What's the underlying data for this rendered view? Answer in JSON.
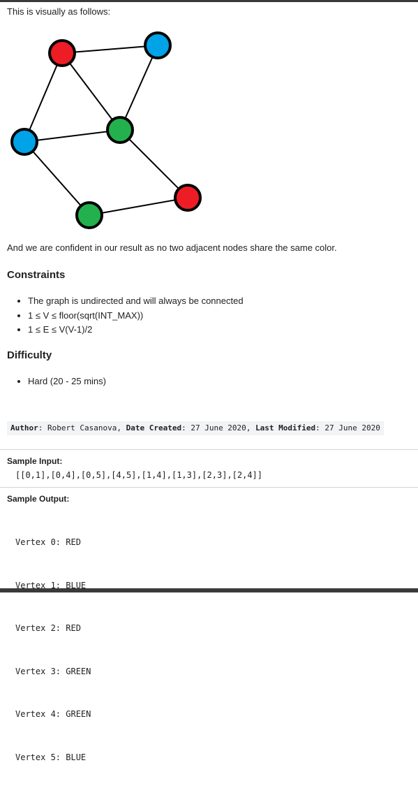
{
  "intro_text": "This is visually as follows:",
  "confident_text": "And we are confident in our result as no two adjacent nodes share the same color.",
  "constraints": {
    "heading": "Constraints",
    "items": [
      "The graph is undirected and will always be connected",
      "1 ≤ V ≤ floor(sqrt(INT_MAX))",
      "1 ≤ E ≤ V(V-1)/2"
    ]
  },
  "difficulty": {
    "heading": "Difficulty",
    "items": [
      "Hard (20  - 25 mins)"
    ]
  },
  "meta": {
    "author_label": "Author",
    "author_value": "Robert Casanova",
    "created_label": "Date Created",
    "created_value": "27 June 2020",
    "modified_label": "Last Modified",
    "modified_value": "27 June 2020"
  },
  "sample_input": {
    "label": "Sample Input:",
    "value": "[[0,1],[0,4],[0,5],[4,5],[1,4],[1,3],[2,3],[2,4]]"
  },
  "sample_output": {
    "label": "Sample Output:",
    "lines": [
      "Vertex 0: RED",
      "Vertex 1: BLUE",
      "Vertex 2: RED",
      "Vertex 3: GREEN",
      "Vertex 4: GREEN",
      "Vertex 5: BLUE"
    ]
  },
  "colors": {
    "red": "#ee1c25",
    "blue": "#00a2e8",
    "green": "#22b14c",
    "outline": "#000000"
  },
  "graph": {
    "nodes": [
      {
        "id": "a",
        "color": "red"
      },
      {
        "id": "b",
        "color": "blue"
      },
      {
        "id": "c",
        "color": "green"
      },
      {
        "id": "d",
        "color": "blue"
      },
      {
        "id": "e",
        "color": "green"
      },
      {
        "id": "f",
        "color": "red"
      }
    ],
    "edges": [
      [
        "a",
        "b"
      ],
      [
        "a",
        "c"
      ],
      [
        "a",
        "d"
      ],
      [
        "b",
        "c"
      ],
      [
        "c",
        "d"
      ],
      [
        "c",
        "f"
      ],
      [
        "d",
        "e"
      ],
      [
        "e",
        "f"
      ]
    ]
  }
}
